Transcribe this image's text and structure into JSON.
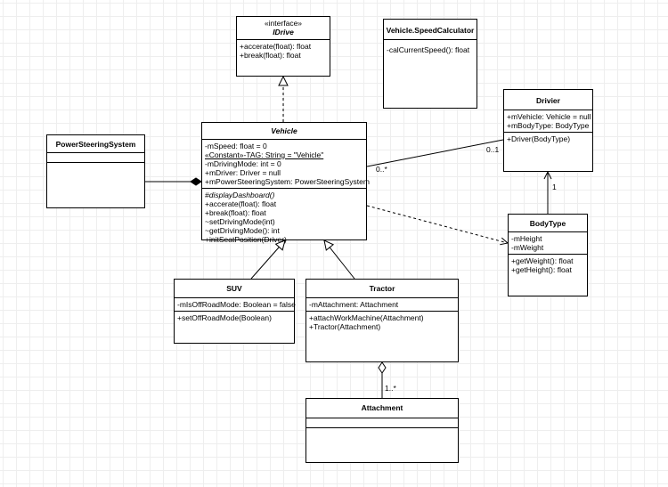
{
  "classes": {
    "idrive": {
      "stereotype": "«interface»",
      "name": "IDrive",
      "attributes": [],
      "operations": [
        "+accerate(float): float",
        "+break(float): float"
      ]
    },
    "speed_calculator": {
      "name": "Vehicle.SpeedCalculator",
      "attributes": [
        "-calCurrentSpeed(): float"
      ]
    },
    "driver": {
      "name": "Drivier",
      "attributes": [
        "+mVehicle: Vehicle = null",
        "+mBodyType: BodyType"
      ],
      "operations": [
        "+Driver(BodyType)"
      ]
    },
    "power_steering": {
      "name": "PowerSteeringSystem"
    },
    "vehicle": {
      "name": "Vehicle",
      "attributes": [
        "-mSpeed: float = 0",
        "«Constant»-TAG: String = \"Vehicle\"",
        "-mDrivingMode: int = 0",
        "+mDriver: Driver = null",
        "+mPowerSteeringSystem: PowerSteeringSystem"
      ],
      "operations": [
        "#displayDashboard()",
        "+accerate(float): float",
        "+break(float): float",
        "~setDrivingMode(int)",
        "~getDrivingMode(): int",
        "+initSeatPosition(Driver)"
      ]
    },
    "body_type": {
      "name": "BodyType",
      "attributes": [
        "-mHeight",
        "-mWeight"
      ],
      "operations": [
        "+getWeight(): float",
        "+getHeight(): float"
      ]
    },
    "suv": {
      "name": "SUV",
      "attributes": [
        "-mIsOffRoadMode: Boolean = false"
      ],
      "operations": [
        "+setOffRoadMode(Boolean)"
      ]
    },
    "tractor": {
      "name": "Tractor",
      "attributes": [
        "-mAttachment: Attachment"
      ],
      "operations": [
        "+attachWorkMachine(Attachment)",
        "+Tractor(Attachment)"
      ]
    },
    "attachment": {
      "name": "Attachment"
    }
  },
  "multiplicities": {
    "vehicle_driver_vehicle_end": "0..*",
    "vehicle_driver_driver_end": "0..1",
    "driver_bodytype": "1",
    "tractor_attachment": "1..*"
  }
}
